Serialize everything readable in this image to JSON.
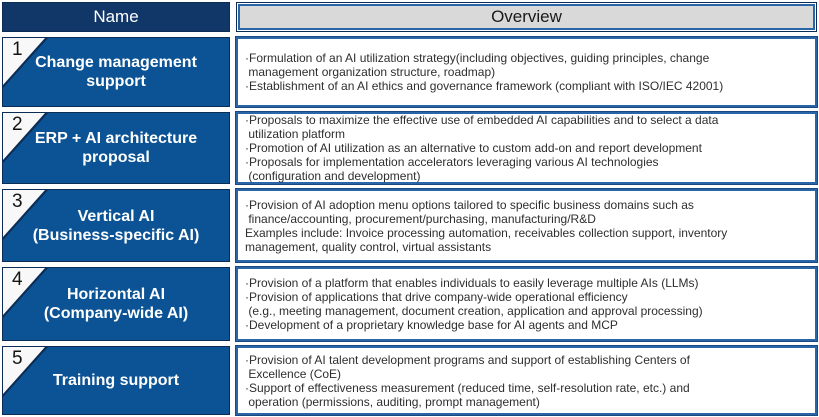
{
  "table": {
    "header": {
      "name": "Name",
      "overview": "Overview"
    },
    "rows": [
      {
        "number": "1",
        "name": "Change management\nsupport",
        "items": [
          "·Formulation of an AI utilization strategy(including objectives, guiding principles, change\n management organization structure, roadmap)",
          "·Establishment of an AI ethics and governance framework (compliant with ISO/IEC 42001)"
        ]
      },
      {
        "number": "2",
        "name": "ERP + AI architecture\nproposal",
        "items": [
          "·Proposals to maximize the effective use of embedded AI capabilities and to select a data\n utilization platform",
          "·Promotion of AI utilization as an alternative to custom add-on and report development",
          "·Proposals for implementation accelerators leveraging various AI technologies\n (configuration and development)"
        ]
      },
      {
        "number": "3",
        "name": "Vertical AI\n(Business-specific AI)",
        "items": [
          "·Provision of AI adoption menu options tailored to specific business domains such as\n finance/accounting, procurement/purchasing, manufacturing/R&D",
          "Examples include: Invoice processing automation, receivables collection support, inventory\nmanagement, quality control, virtual assistants"
        ]
      },
      {
        "number": "4",
        "name": "Horizontal AI\n(Company-wide AI)",
        "items": [
          "·Provision of a platform that enables individuals to easily leverage multiple AIs (LLMs)",
          "·Provision of applications that drive company-wide operational efficiency\n (e.g., meeting management, document creation, application and approval processing)",
          "·Development of a proprietary knowledge base for AI agents and MCP"
        ]
      },
      {
        "number": "5",
        "name": "Training support",
        "items": [
          "·Provision of AI talent development programs and support of establishing Centers of\n Excellence (CoE)",
          "·Support of effectiveness measurement (reduced time, self-resolution rate, etc.) and\n operation (permissions, auditing, prompt management)"
        ]
      }
    ]
  },
  "colors": {
    "header_navy": "#113668",
    "name_blue": "#0b5394",
    "border_dark": "#0a2c55",
    "border_blue": "#2a65a8",
    "header_gray": "#d9d9d9",
    "badge_bg": "#f8f8f8",
    "text_dark": "#2e2e2e",
    "number_color": "#141414"
  }
}
